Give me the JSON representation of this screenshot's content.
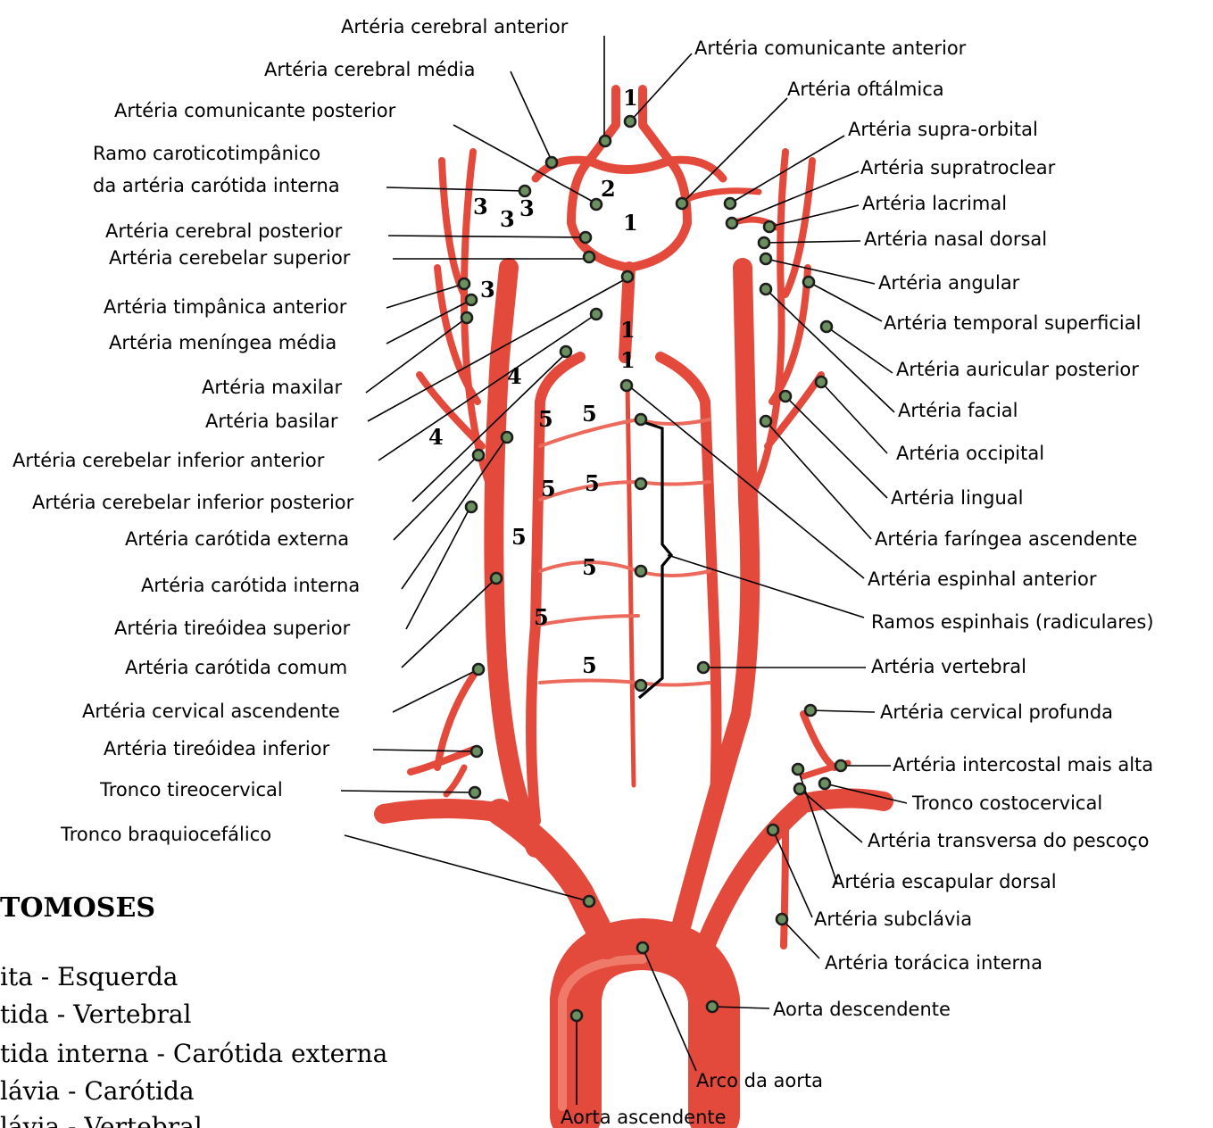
{
  "labels_left": [
    "Artéria cerebral anterior",
    "Artéria cerebral média",
    "Artéria comunicante posterior",
    "Ramo caroticotimpânico",
    "da artéria carótida interna",
    "Artéria cerebral posterior",
    "Artéria cerebelar superior",
    "Artéria timpânica anterior",
    "Artéria meníngea média",
    "Artéria maxilar",
    "Artéria basilar",
    "Artéria cerebelar inferior anterior",
    "Artéria cerebelar inferior posterior",
    "Artéria carótida externa",
    "Artéria carótida interna",
    "Artéria tireóidea superior",
    "Artéria carótida comum",
    "Artéria cervical ascendente",
    "Artéria tireóidea inferior",
    "Tronco tireocervical",
    "Tronco braquiocefálico"
  ],
  "labels_right": [
    "Artéria comunicante anterior",
    "Artéria oftálmica",
    "Artéria supra-orbital",
    "Artéria supratroclear",
    "Artéria lacrimal",
    "Artéria nasal dorsal",
    "Artéria angular",
    "Artéria temporal superficial",
    "Artéria auricular posterior",
    "Artéria facial",
    "Artéria occipital",
    "Artéria lingual",
    "Artéria faríngea ascendente",
    "Artéria espinhal anterior",
    "Ramos espinhais (radiculares)",
    "Artéria vertebral",
    "Artéria cervical profunda",
    "Artéria intercostal mais alta",
    "Tronco costocervical",
    "Artéria transversa do pescoço",
    "Artéria escapular dorsal",
    "Artéria subclávia",
    "Artéria torácica interna",
    "Aorta descendente",
    "Arco da aorta",
    "Aorta ascendente"
  ],
  "numbers": [
    "1",
    "1",
    "1",
    "1",
    "2",
    "3",
    "3",
    "3",
    "3",
    "4",
    "4",
    "5",
    "5",
    "5",
    "5",
    "5",
    "5",
    "5",
    "5"
  ],
  "legend": {
    "title": "TOMOSES",
    "lines": [
      "ita - Esquerda",
      "tida - Vertebral",
      "tida interna - Carótida externa",
      "lávia - Carótida",
      "lávia - Vertebral"
    ]
  },
  "colors": {
    "artery": "#e34a3c",
    "artery_dark": "#b8312a",
    "artery_light": "#f07a6a",
    "marker_ring": "#1c1c1c",
    "marker_fill": "#6b8f5e"
  }
}
